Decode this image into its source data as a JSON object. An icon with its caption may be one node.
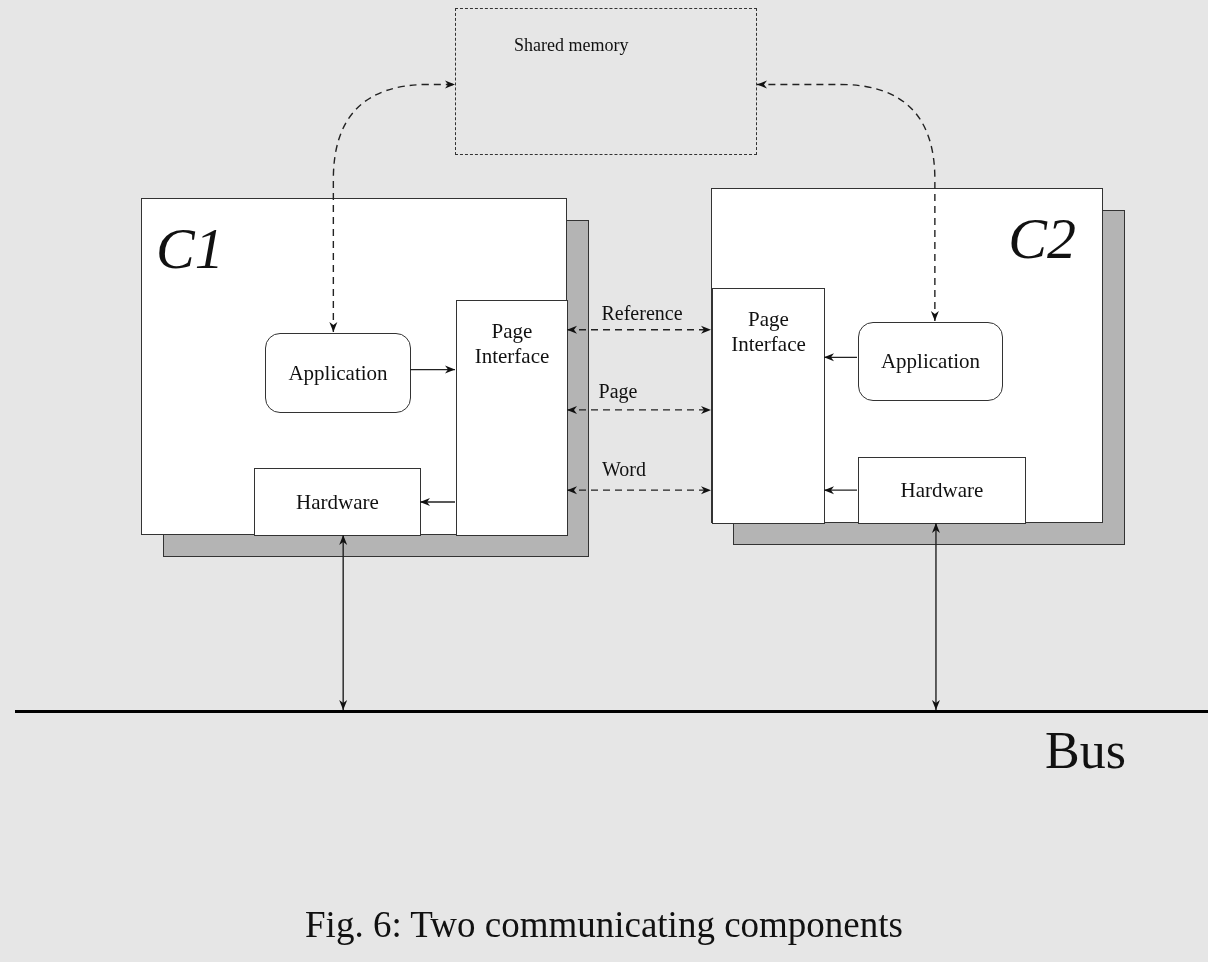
{
  "diagram": {
    "caption": "Fig. 6: Two communicating components",
    "nodes": [
      {
        "text": [
          "Shared memory"
        ]
      },
      {
        "text": [
          "C1"
        ]
      },
      {
        "text": [
          "Page Interface"
        ],
        "in": 1
      },
      {
        "text": [
          "Application"
        ],
        "in": 1
      },
      {
        "text": [
          "Hardware"
        ],
        "in": 1
      },
      {
        "text": [
          "C2"
        ]
      },
      {
        "text": [
          "Page Interface"
        ],
        "in": 5
      },
      {
        "text": [
          "Application"
        ],
        "in": 5
      },
      {
        "text": [
          "Hardware"
        ],
        "in": 5
      },
      {
        "text": [
          "Bus"
        ]
      }
    ],
    "edges": [
      {
        "from": 3,
        "to": 0,
        "arrow": "both",
        "style": "dashed"
      },
      {
        "from": 7,
        "to": 0,
        "arrow": "both",
        "style": "dashed"
      },
      {
        "from": 3,
        "to": 2,
        "arrow": "to"
      },
      {
        "from": 2,
        "to": 4,
        "arrow": "to"
      },
      {
        "from": 2,
        "to": 6,
        "arrow": "both",
        "style": "dashed",
        "label": "Reference"
      },
      {
        "from": 2,
        "to": 6,
        "arrow": "both",
        "style": "dashed",
        "label": "Page"
      },
      {
        "from": 2,
        "to": 6,
        "arrow": "both",
        "style": "dashed",
        "label": "Word"
      },
      {
        "from": 7,
        "to": 6,
        "arrow": "to"
      },
      {
        "from": 8,
        "to": 6,
        "arrow": "to"
      },
      {
        "from": 4,
        "to": 9,
        "arrow": "both"
      },
      {
        "from": 8,
        "to": 9,
        "arrow": "both"
      }
    ]
  }
}
